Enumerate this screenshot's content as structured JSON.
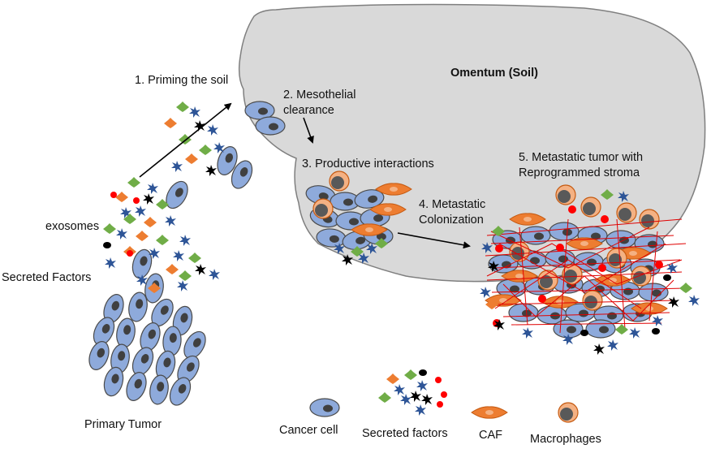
{
  "labels": {
    "omentum": "Omentum (Soil)",
    "step1": "1. Priming the soil",
    "step2_line1": "2. Mesothelial",
    "step2_line2": "clearance",
    "step3": "3. Productive interactions",
    "step4_line1": "4. Metastatic",
    "step4_line2": "Colonization",
    "step5_line1": "5. Metastatic tumor with",
    "step5_line2": "Reprogrammed stroma",
    "exosomes": "exosomes",
    "secreted_factors": "Secreted Factors",
    "primary_tumor": "Primary Tumor"
  },
  "legend": {
    "cancer_cell": "Cancer cell",
    "secreted_factors": "Secreted factors",
    "caf": "CAF",
    "macrophages": "Macrophages"
  },
  "colors": {
    "omentum_fill": "#d9d9d9",
    "omentum_stroke": "#7f7f7f",
    "cancer_cell": "#8eaadb",
    "nucleus": "#404040",
    "caf": "#ed7d31",
    "macrophage_outer": "#f4b183",
    "collagen": "#e00000",
    "factor_blue": "#2e5597",
    "factor_green": "#70ad47",
    "factor_orange": "#ed7d31",
    "factor_black": "#000000",
    "factor_red": "#ff0000"
  }
}
